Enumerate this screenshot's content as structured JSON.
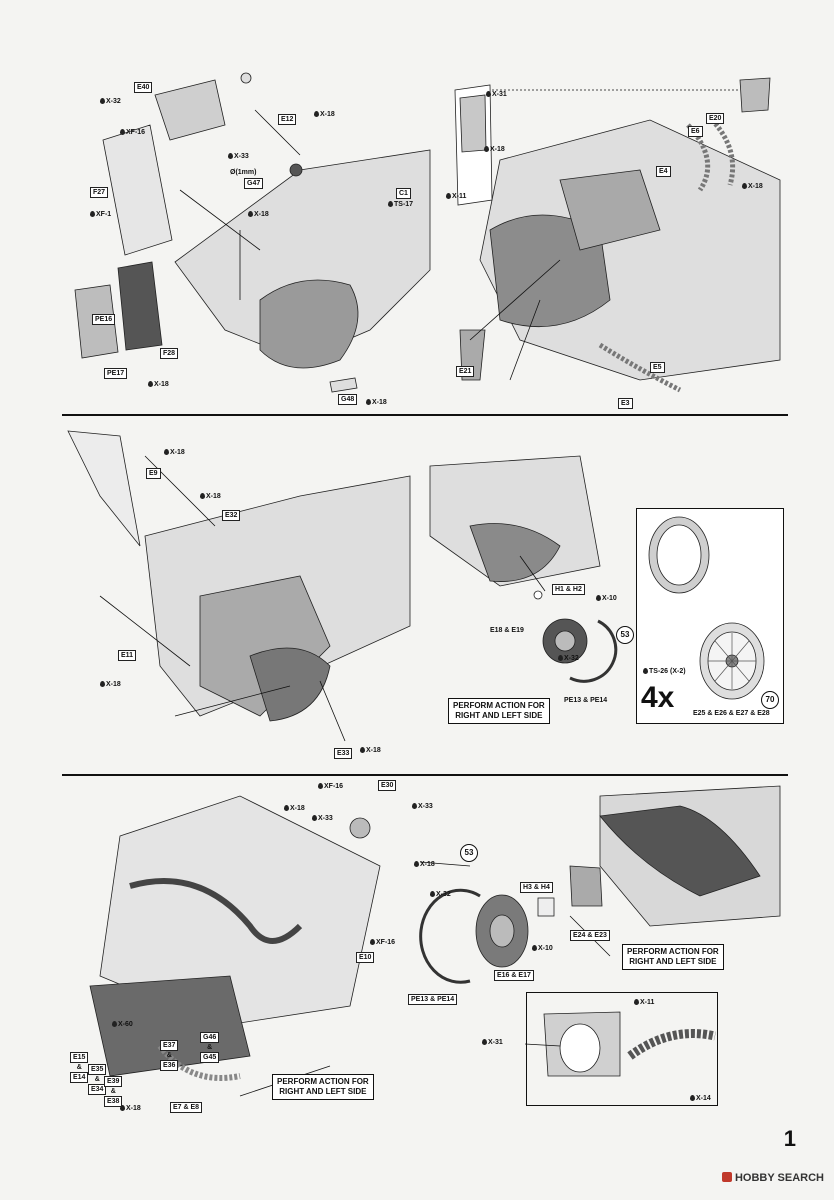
{
  "page": {
    "number": "1",
    "watermark": "HOBBY SEARCH"
  },
  "colors": {
    "ink": "#111111",
    "paper": "#f4f4f2",
    "part": "#dcdcdc",
    "shade": "#9a9a9a"
  },
  "step1": {
    "parts": {
      "e40": "E40",
      "e12": "E12",
      "g47": "G47",
      "c1": "C1",
      "f27": "F27",
      "pe16": "PE16",
      "pe17": "PE17",
      "f28": "F28",
      "g48": "G48",
      "e20": "E20",
      "e6": "E6",
      "e4": "E4",
      "e21": "E21",
      "e5": "E5",
      "e3": "E3"
    },
    "glue": {
      "x32": "X-32",
      "xf16": "XF-16",
      "x33": "X-33",
      "x18a": "X-18",
      "x18b": "X-18",
      "xf1": "XF-1",
      "ts17": "TS-17",
      "x18c": "X-18",
      "x18d": "X-18",
      "x31": "X-31",
      "x18e": "X-18",
      "x11": "X-11",
      "x18f": "X-18"
    },
    "dia": "(1mm)"
  },
  "step2": {
    "parts": {
      "e9": "E9",
      "e32": "E32",
      "e11": "E11",
      "e33": "E33",
      "h1h2": "H1 & H2",
      "e18e19": "E18 & E19",
      "pe13pe14": "PE13 & PE14",
      "wheels": "E25 & E26 & E27 & E28"
    },
    "glue": {
      "x18a": "X-18",
      "x18b": "X-18",
      "x18c": "X-18",
      "x18d": "X-18",
      "x10": "X-10",
      "x32": "X-32",
      "ts26": "TS-26 (X-2)"
    },
    "circle53": "53",
    "circle70": "70",
    "times": "4x",
    "note": [
      "PERFORM ACTION FOR",
      "RIGHT AND LEFT SIDE"
    ]
  },
  "step3": {
    "parts": {
      "e30": "E30",
      "e10": "E10",
      "g46": "G46",
      "amp1": "&",
      "g45": "G45",
      "e15": "E15",
      "amp2": "&",
      "e14": "E14",
      "e35": "E35",
      "amp3": "&",
      "e34": "E34",
      "e39": "E39",
      "amp4": "&",
      "e38": "E38",
      "e37": "E37",
      "amp5": "&",
      "e36": "E36",
      "e7e8": "E7 & E8",
      "h3h4": "H3 & H4",
      "e24e23": "E24 & E23",
      "e16e17": "E16 & E17",
      "pe13pe14": "PE13 & PE14"
    },
    "glue": {
      "xf16a": "XF-16",
      "x18a": "X-18",
      "x33a": "X-33",
      "x33b": "X-33",
      "x18b": "X-18",
      "xf16b": "XF-16",
      "x60": "X-60",
      "x18c": "X-18",
      "x32": "X-32",
      "x10": "X-10",
      "x11": "X-11",
      "x31": "X-31",
      "x14": "X-14"
    },
    "circle53": "53",
    "note1": [
      "PERFORM ACTION FOR",
      "RIGHT AND LEFT SIDE"
    ],
    "note2": [
      "PERFORM ACTION FOR",
      "RIGHT AND LEFT SIDE"
    ]
  }
}
